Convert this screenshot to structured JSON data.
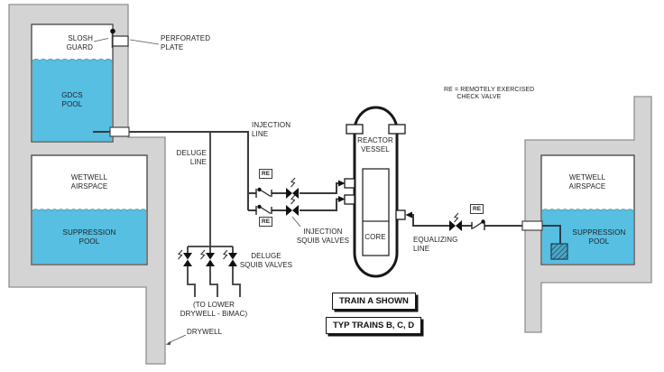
{
  "left": {
    "slosh_guard": "SLOSH\nGUARD",
    "perforated_plate": "PERFORATED\nPLATE",
    "gdcs_pool": "GDCS\nPOOL",
    "wetwell_airspace": "WETWELL\nAIRSPACE",
    "suppression_pool": "SUPPRESSION\nPOOL",
    "drywell": "DRYWELL"
  },
  "piping": {
    "injection_line": "INJECTION\nLINE",
    "deluge_line": "DELUGE\nLINE",
    "equalizing_line": "EQUALIZING\nLINE",
    "injection_squib_valves": "INJECTION\nSQUIB VALVES",
    "deluge_squib_valves": "DELUGE\nSQUIB VALVES",
    "to_lower_drywell": "(TO LOWER\nDRYWELL - BiMAC)",
    "re_tag": "RE"
  },
  "vessel": {
    "name": "REACTOR\nVESSEL",
    "core": "CORE"
  },
  "right": {
    "wetwell_airspace": "WETWELL\nAIRSPACE",
    "suppression_pool": "SUPPRESSION\nPOOL"
  },
  "notes": {
    "re_definition": "RE = REMOTELY EXERCISED\n       CHECK VALVE",
    "train_a": "TRAIN A SHOWN",
    "typ_trains": "TYP TRAINS B, C, D"
  },
  "colors": {
    "wall_fill": "#d4d4d4",
    "wall_border": "#8f8f8f",
    "water": "#56bfe2",
    "line": "#3a3a3a",
    "text": "#1f1f1f"
  }
}
